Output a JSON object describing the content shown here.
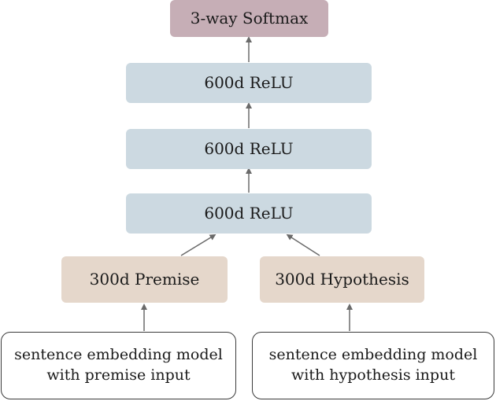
{
  "diagram": {
    "softmax_label": "3-way Softmax",
    "relu_layers": [
      "600d ReLU",
      "600d ReLU",
      "600d ReLU"
    ],
    "premise_label": "300d Premise",
    "hypothesis_label": "300d Hypothesis",
    "premise_model": {
      "line1": "sentence embedding model",
      "line2": "with premise input"
    },
    "hypothesis_model": {
      "line1": "sentence embedding model",
      "line2": "with hypothesis input"
    }
  },
  "colors": {
    "softmax_fill": "#c6aeb6",
    "relu_fill": "#ccd9e1",
    "embedding_fill": "#e5d7cb",
    "arrow": "#6a6a6a"
  }
}
